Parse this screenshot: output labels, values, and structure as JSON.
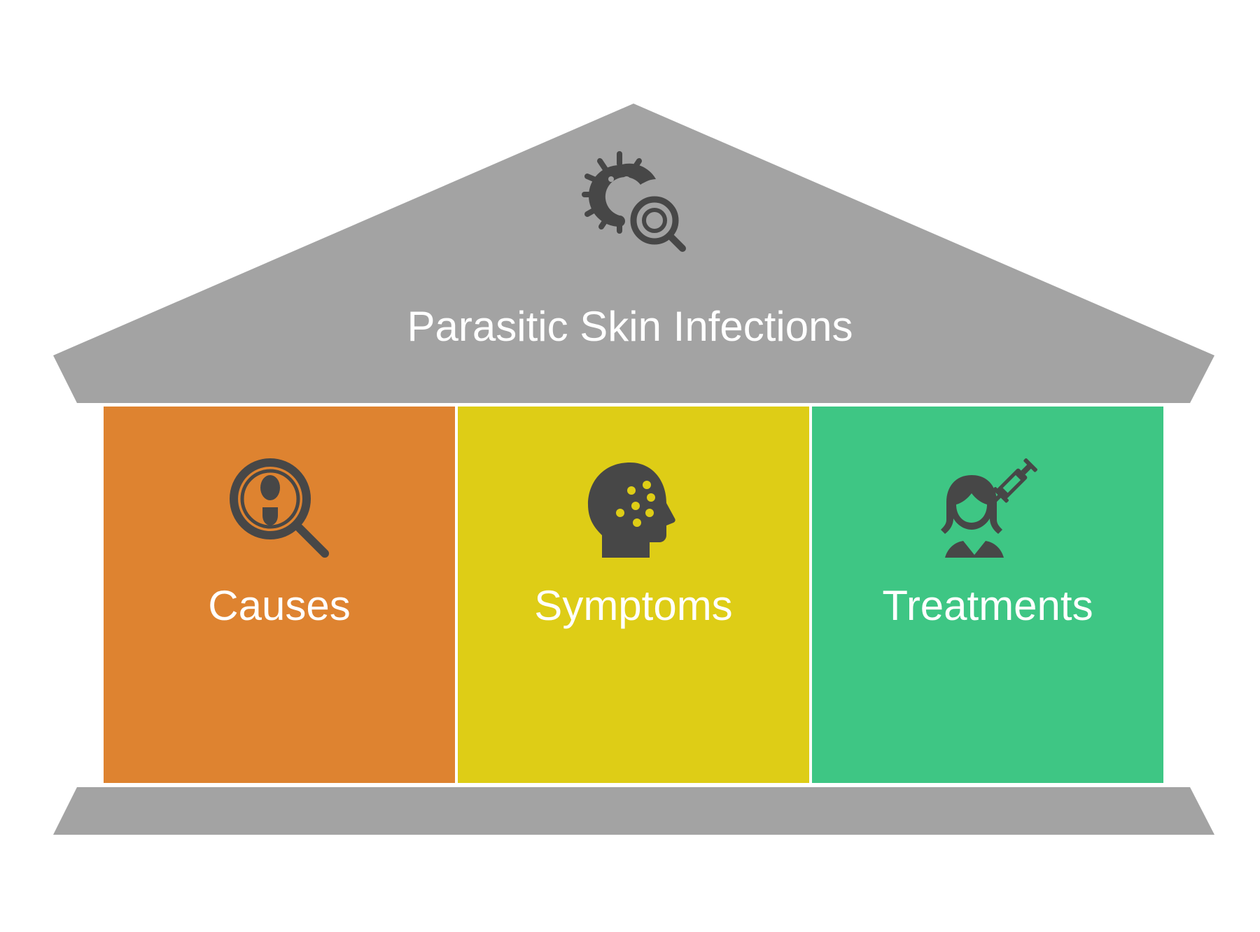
{
  "diagram": {
    "title": "Parasitic Skin Infections",
    "colors": {
      "structure": "#a3a3a3",
      "icon": "#474747",
      "text": "#ffffff"
    },
    "roof_icon": "parasite-magnifier-icon",
    "pillars": [
      {
        "label": "Causes",
        "color": "#de8330",
        "icon": "magnifier-exclamation-icon"
      },
      {
        "label": "Symptoms",
        "color": "#decd16",
        "icon": "head-rash-icon"
      },
      {
        "label": "Treatments",
        "color": "#3ec684",
        "icon": "woman-syringe-icon"
      }
    ]
  }
}
